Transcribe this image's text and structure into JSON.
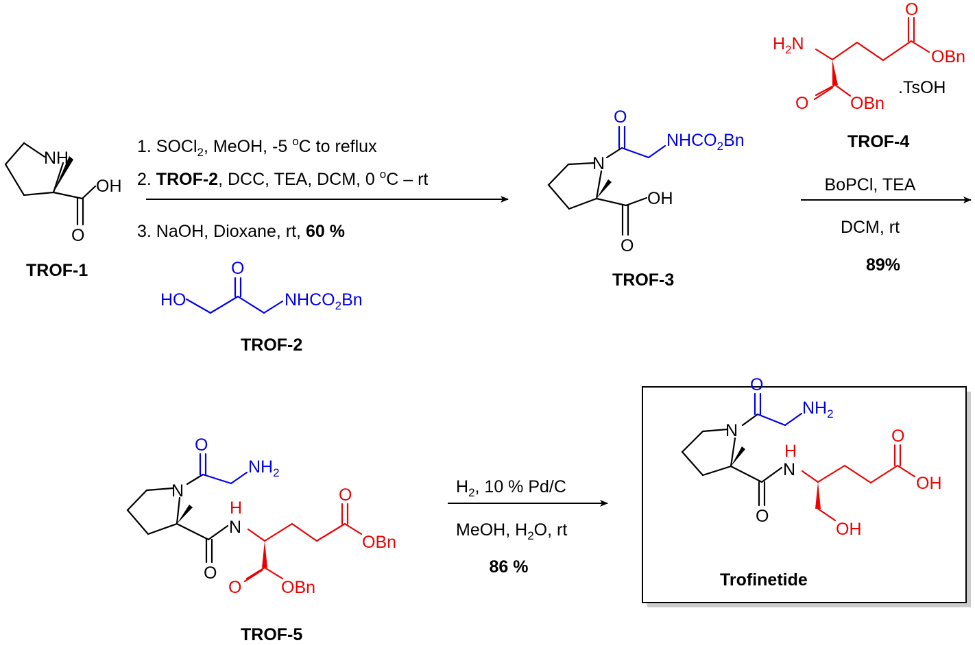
{
  "colors": {
    "black": "#000000",
    "blue": "#0000ee",
    "red": "#ee0000"
  },
  "compounds": {
    "trof1": {
      "label": "TROF-1",
      "nh": "NH",
      "oh": "OH",
      "o": "O"
    },
    "trof2": {
      "label": "TROF-2",
      "ho": "HO",
      "o": "O",
      "nhco": "NHCO",
      "sub2": "2",
      "bn": "Bn"
    },
    "trof3": {
      "label": "TROF-3",
      "n": "N",
      "o_amide": "O",
      "nhco": "NHCO",
      "sub2": "2",
      "bn": "Bn",
      "oh": "OH",
      "o_acid": "O"
    },
    "trof4": {
      "label": "TROF-4",
      "h": "H",
      "sub2": "2",
      "n": "N",
      "o_top": "O",
      "obn_top": "OBn",
      "o_low": "O",
      "obn_low": "OBn",
      "salt": ".TsOH"
    },
    "trof5": {
      "label": "TROF-5",
      "n": "N",
      "o_gly": "O",
      "nh": "NH",
      "sub2": "2",
      "h": "H",
      "n_amide": "N",
      "o_pro": "O",
      "o_ester": "O",
      "obn_ester": "OBn",
      "o_alpha": "O",
      "obn_alpha": "OBn"
    },
    "trofinetide": {
      "label": "Trofinetide",
      "n": "N",
      "o_gly": "O",
      "nh": "NH",
      "sub2": "2",
      "h": "H",
      "n_amide": "N",
      "o_pro": "O",
      "o_acid": "O",
      "oh_acid": "OH",
      "oh_alc": "OH"
    }
  },
  "reactions": {
    "step1": {
      "line1_a": "1. SOCl",
      "line1_sub": "2",
      "line1_b": ", MeOH, -5 ",
      "line1_sup": "o",
      "line1_c": "C to reflux",
      "line2_a": "2. ",
      "line2_bold": "TROF-2",
      "line2_b": ", DCC, TEA, DCM, 0 ",
      "line2_sup": "o",
      "line2_c": "C – rt",
      "line3_a": "3. NaOH, Dioxane, rt, ",
      "line3_bold": "60 %"
    },
    "step2": {
      "line1": "BoPCl, TEA",
      "line2": "DCM, rt",
      "yield": "89%"
    },
    "step3": {
      "line1_a": "H",
      "line1_sub": "2",
      "line1_b": ", 10 % Pd/C",
      "line2_a": "MeOH, H",
      "line2_sub": "2",
      "line2_b": "O, rt",
      "yield": "86 %"
    }
  }
}
